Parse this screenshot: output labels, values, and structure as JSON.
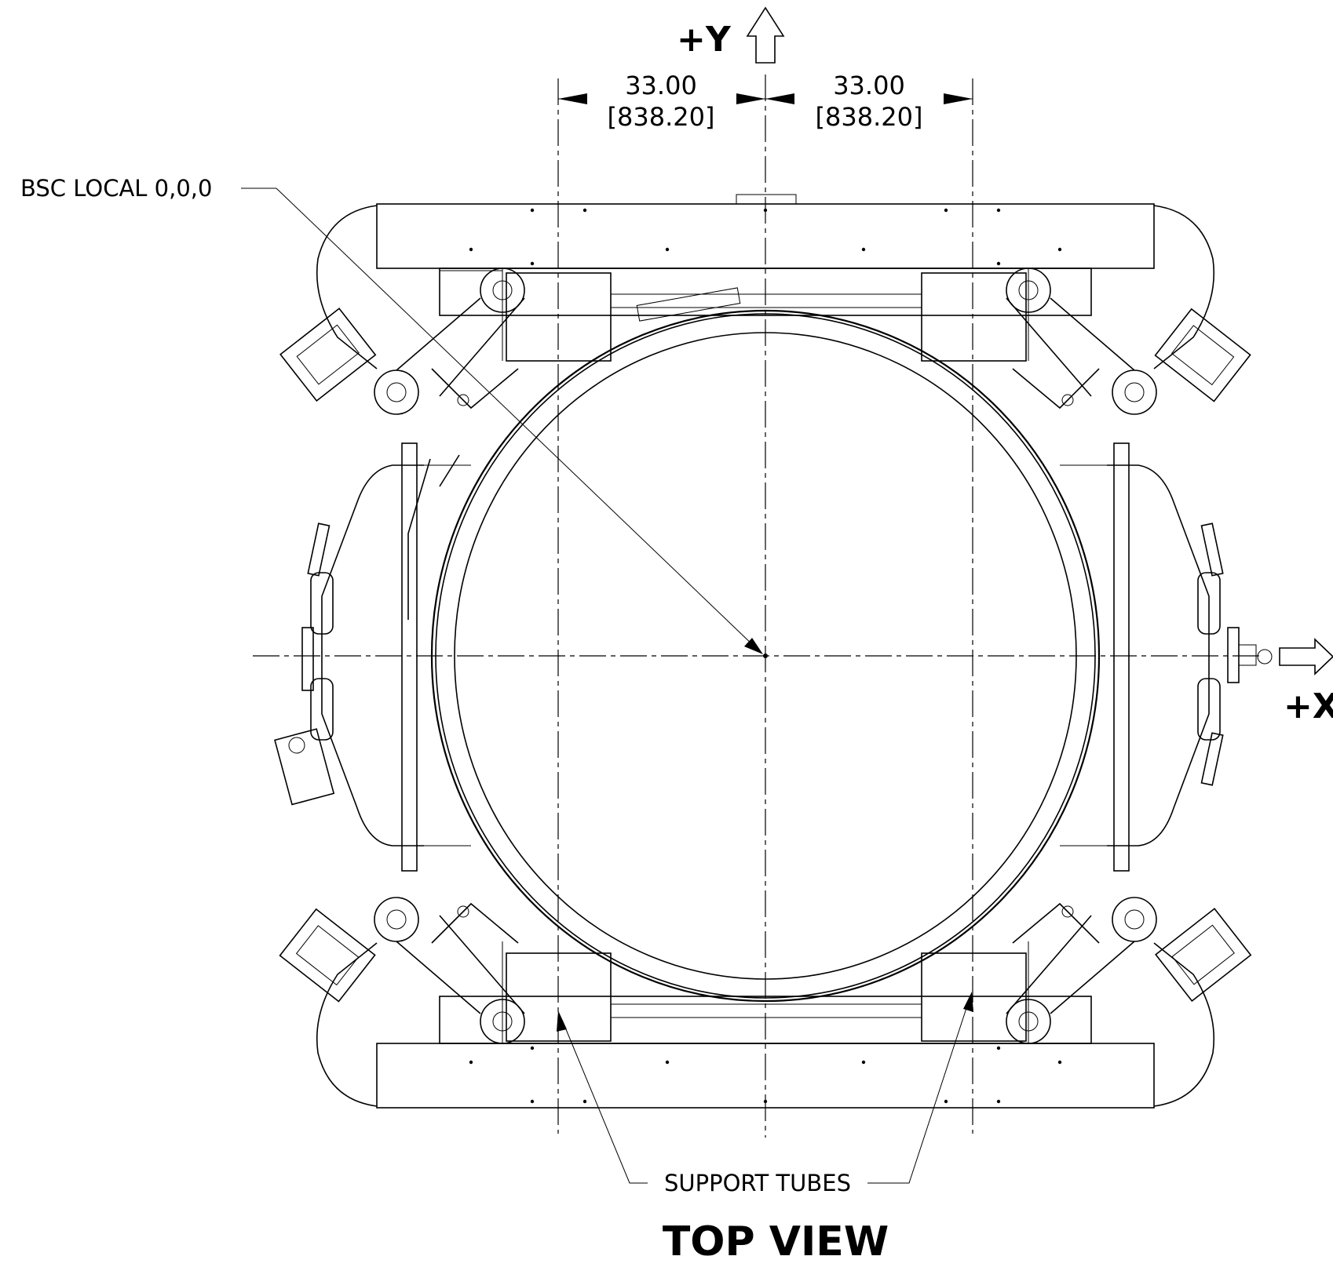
{
  "diagram": {
    "axis_y_label": "+Y",
    "axis_x_label": "+X",
    "dimension_left_value": "33.00",
    "dimension_left_metric": "[838.20]",
    "dimension_right_value": "33.00",
    "dimension_right_metric": "[838.20]",
    "origin_callout": "BSC LOCAL 0,0,0",
    "support_tubes_callout": "SUPPORT TUBES",
    "view_title": "TOP VIEW",
    "line_color": "#000000",
    "background_color": "#ffffff"
  }
}
